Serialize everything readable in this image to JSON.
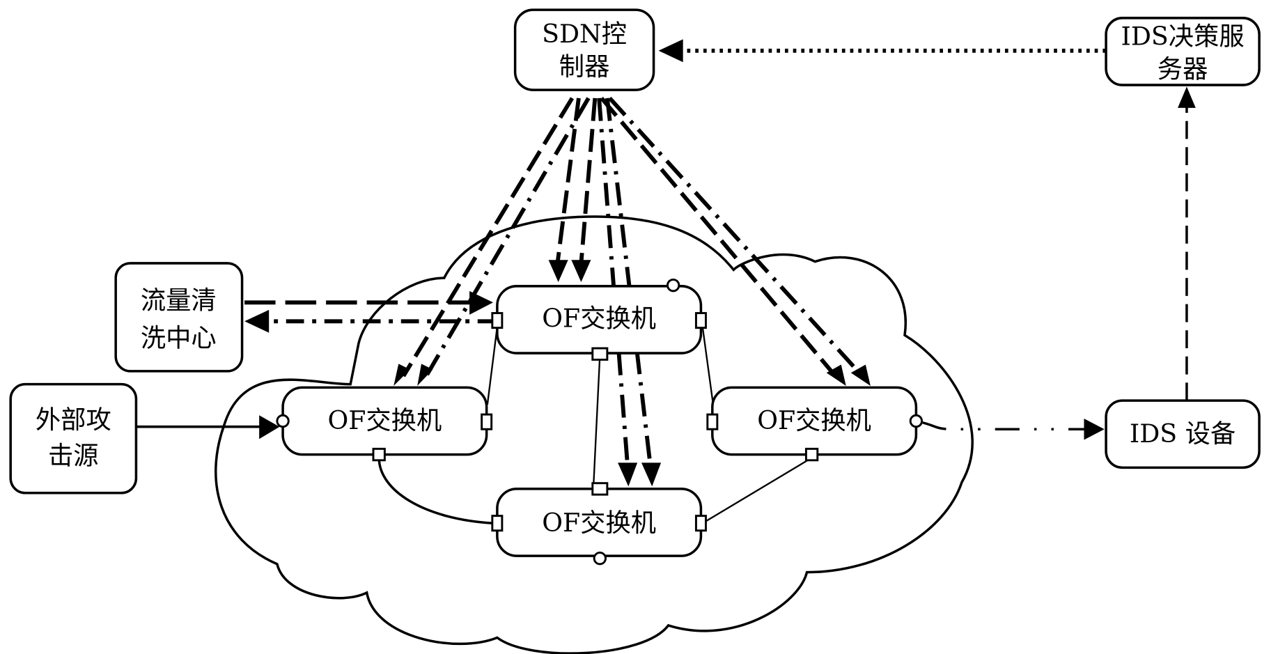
{
  "diagram": {
    "title": "SDN-based DDoS defense architecture",
    "nodes": {
      "sdn_controller": {
        "line1": "SDN控",
        "line2": "制器"
      },
      "ids_server": {
        "line1": "IDS决策服",
        "line2": "务器"
      },
      "cleaning_center": {
        "line1": "流量清",
        "line2": "洗中心"
      },
      "external_attacker": {
        "line1": "外部攻",
        "line2": "击源"
      },
      "ids_device": {
        "line1": "IDS 设备"
      },
      "switch_top": {
        "label": "OF交换机"
      },
      "switch_left": {
        "label": "OF交换机"
      },
      "switch_right": {
        "label": "OF交换机"
      },
      "switch_bottom": {
        "label": "OF交换机"
      }
    },
    "edges": [
      {
        "from": "ids_server",
        "to": "sdn_controller",
        "style": "dotted"
      },
      {
        "from": "ids_device",
        "to": "ids_server",
        "style": "dashed"
      },
      {
        "from": "switch_right",
        "to": "ids_device",
        "style": "dash-dot"
      },
      {
        "from": "external_attacker",
        "to": "switch_left",
        "style": "solid"
      },
      {
        "from": "cleaning_center",
        "to": "switch_top",
        "style": "dashed"
      },
      {
        "from": "switch_top",
        "to": "cleaning_center",
        "style": "dash-dot"
      },
      {
        "from": "sdn_controller",
        "to": "switch_top",
        "style": "dashed"
      },
      {
        "from": "sdn_controller",
        "to": "switch_left",
        "style": "dashed"
      },
      {
        "from": "sdn_controller",
        "to": "switch_right",
        "style": "dash-dot"
      },
      {
        "from": "sdn_controller",
        "to": "switch_bottom",
        "style": "dash-dot"
      }
    ]
  }
}
